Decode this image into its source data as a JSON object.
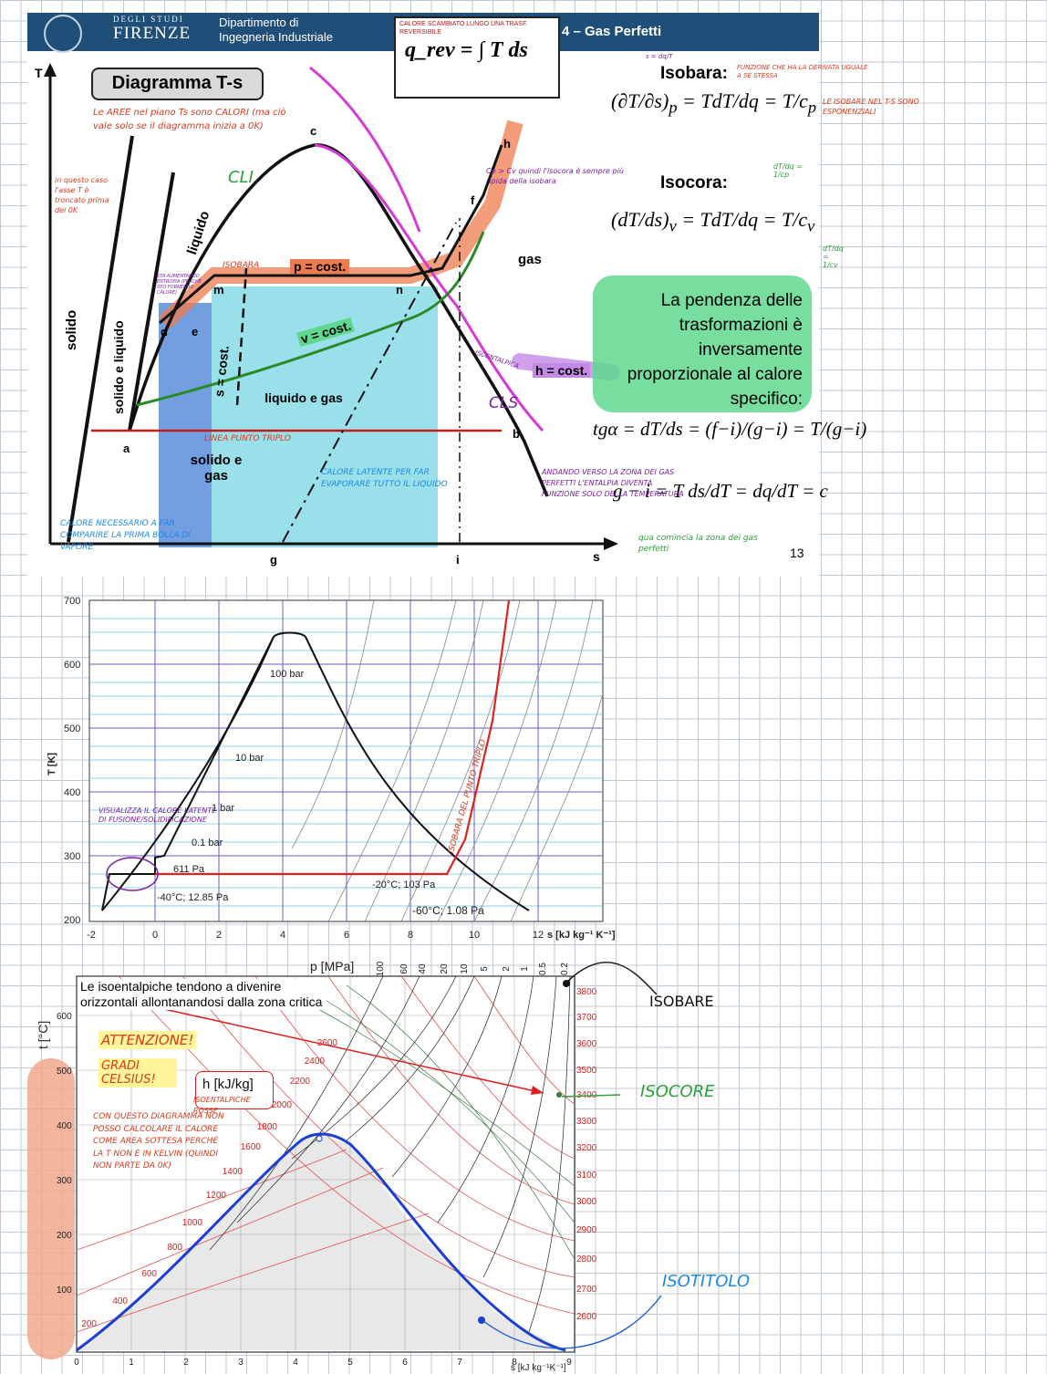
{
  "header": {
    "university_line1": "DEGLI STUDI",
    "university_line2": "FIRENZE",
    "department": "Dipartimento di\nIngegneria Industriale",
    "title": "4 – Gas Perfetti"
  },
  "formula_box": {
    "note": "CALORE SCAMBIATO LUNGO UNA TRASF. REVERSIBILE",
    "equation": "q_rev = ∫ T ds"
  },
  "ts_diagram": {
    "title": "Diagramma T-s",
    "axis_t": "T",
    "axis_s": "s",
    "labels": {
      "solido": "solido",
      "solido_e_liquido": "solido e liquido",
      "liquido": "liquido",
      "liquido_e_gas": "liquido e gas",
      "solido_e_gas": "solido e gas",
      "gas": "gas",
      "p_cost": "p = cost.",
      "v_cost": "v = cost.",
      "h_cost": "h = cost.",
      "s_cost": "s = cost.",
      "points": [
        "a",
        "b",
        "c",
        "d",
        "e",
        "f",
        "g",
        "h",
        "i",
        "m",
        "n"
      ]
    },
    "annotations": {
      "aree": "Le AREE nel piano Ts sono CALORI (ma ciò vale solo se il diagramma inizia a 0K)",
      "asse": "in questo caso l'asse T è troncato prima dei 0K",
      "cli": "CLI",
      "cls": "CLS",
      "isobara": "ISOBARA",
      "isoentalpica": "ISOENTALPICA",
      "entropia": "STA AUMENTANDO ENTROPIA (PERCHÉ STO FORNENDO CALORE)",
      "linea_tripla": "LINEA PUNTO TRIPLO",
      "calore_latente": "CALORE LATENTE PER FAR EVAPORARE TUTTO IL LIQUIDO",
      "calore_bolla": "CALORE NECESSARIO A FAR COMPARIRE LA PRIMA BOLLA DI VAPORE",
      "cp_cv": "Cp > Cv quindi l'isocora è sempre più ripida della isobara",
      "funzione": "FUNZIONE CHE HA LA DERIVATA UGUALE A SE STESSA",
      "esponenziali": "LE ISOBARE NEL T-S SONO ESPONENZIALI",
      "ds_note": "s = dq/T",
      "dt_dq_p": "dT/dq = 1/cp",
      "dt_dq_v": "dT/dq = 1/cv",
      "andando": "ANDANDO VERSO LA ZONA DEI GAS PERFETTI L'ENTALPIA DIVENTA FUNZIONE SOLO DELLA TEMPERATURA",
      "qua": "qua comincia la zona dei gas perfetti"
    },
    "isobara_label": "Isobara:",
    "isocora_label": "Isocora:",
    "pendenza_text": "La pendenza delle trasformazioni è inversamente proporzionale al calore specifico:",
    "page_number": "13"
  },
  "chart2": {
    "ylabel": "T [K]",
    "xlabel": "s  [kJ kg⁻¹ K⁻¹]",
    "yticks": [
      "700",
      "600",
      "500",
      "400",
      "300",
      "200"
    ],
    "xticks": [
      "-2",
      "0",
      "2",
      "4",
      "6",
      "8",
      "10",
      "12"
    ],
    "labels": [
      "100 bar",
      "10 bar",
      "1 bar",
      "0.1 bar",
      "611 Pa",
      "-40°C; 12.85 Pa",
      "-20°C; 103 Pa",
      "-60°C; 1.08 Pa"
    ],
    "annotation_purple": "VISUALIZZA IL CALORE LATENTE DI FUSIONE/SOLIDIFICAZIONE",
    "annotation_red": "ISOBARA DEL PUNTO TRIPLO"
  },
  "chart3": {
    "p_label": "p  [MPa]",
    "p_ticks": [
      "100",
      "60",
      "40",
      "20",
      "10",
      "5",
      "2",
      "1",
      "0.5",
      "0.2"
    ],
    "ylabel": "t [°C]",
    "yticks": [
      "600",
      "500",
      "400",
      "300",
      "200",
      "100"
    ],
    "xlabel": "s [kJ kg⁻¹K⁻¹]",
    "xticks": [
      "0",
      "1",
      "2",
      "3",
      "4",
      "5",
      "6",
      "7",
      "8",
      "9"
    ],
    "h_label": "h [kJ/kg]",
    "h_ticks_left": [
      "2600",
      "2400",
      "2200",
      "2000",
      "1800",
      "1600",
      "1400",
      "1200",
      "1000",
      "800",
      "600",
      "400",
      "200"
    ],
    "h_ticks_right": [
      "3800",
      "3700",
      "3600",
      "3500",
      "3400",
      "3300",
      "3200",
      "3100",
      "3000",
      "2900",
      "2800",
      "2700",
      "2600"
    ],
    "note": "Le isoentalpiche tendono a divenire orizzontali allontanandosi dalla zona critica",
    "attenzione": "ATTENZIONE!",
    "gradi": "GRADI CELSIUS!",
    "isoentalpiche": "ISOENTALPICHE ROSSE",
    "con_questo": "CON QUESTO DIAGRAMMA NON POSSO CALCOLARE IL CALORE COME AREA SOTTESA PERCHÉ LA T NON È IN KELVIN (QUINDI NON PARTE DA 0K)",
    "isobare": "ISOBARE",
    "isocore": "ISOCORE",
    "isotitolo": "ISOTITOLO"
  }
}
